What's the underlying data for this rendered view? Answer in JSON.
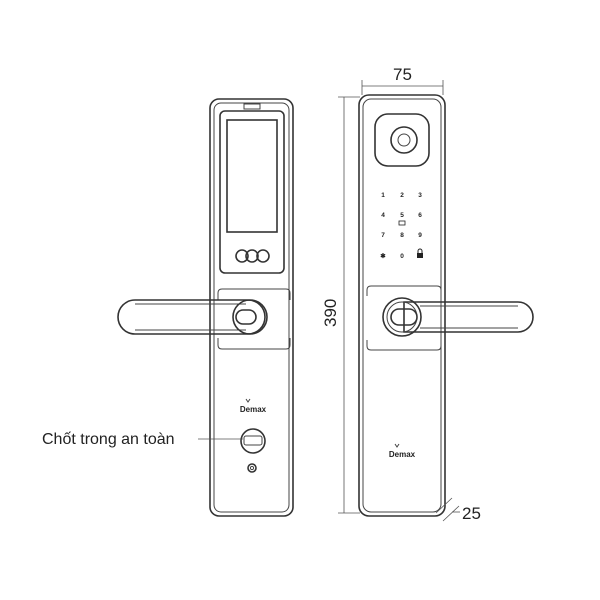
{
  "dimensions": {
    "width": "75",
    "height": "390",
    "depth": "25"
  },
  "annotations": {
    "safety_latch": "Chốt trong an toàn"
  },
  "brand": {
    "back_logo": "Demax",
    "front_logo": "Demax"
  },
  "keypad": {
    "keys": [
      "1",
      "2",
      "3",
      "4",
      "5",
      "6",
      "7",
      "8",
      "9",
      "✱",
      "0",
      "🔒"
    ],
    "lock_icon": "lock-icon"
  },
  "colors": {
    "line": "#333333",
    "background": "#ffffff"
  }
}
